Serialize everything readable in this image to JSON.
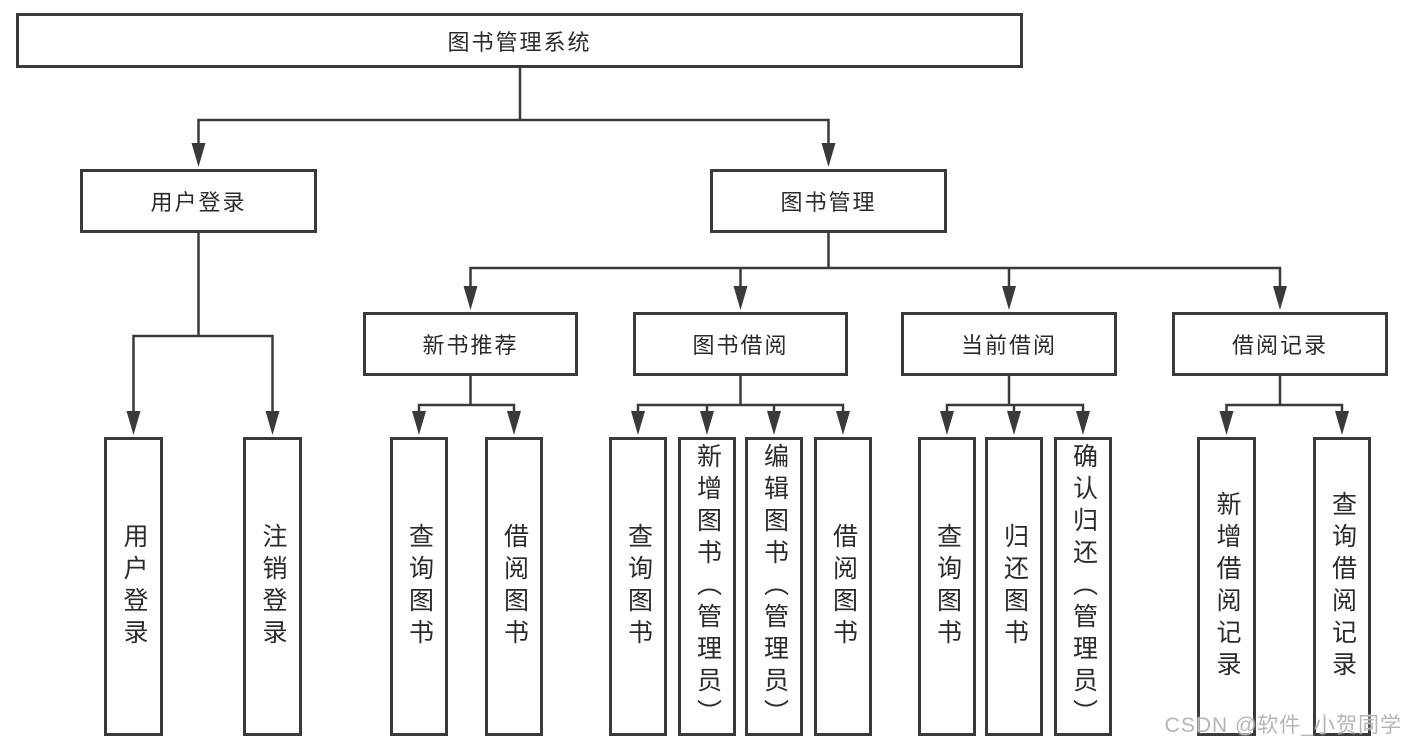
{
  "colors": {
    "background": "#ffffff",
    "line": "#3a3a3a",
    "text": "#2b2b2b",
    "watermark": "#b5b5b5"
  },
  "diagram_type": "hierarchy-tree",
  "tree": {
    "label": "图书管理系统",
    "children": [
      {
        "label": "用户登录",
        "children": [
          {
            "label": "用户登录"
          },
          {
            "label": "注销登录"
          }
        ]
      },
      {
        "label": "图书管理",
        "children": [
          {
            "label": "新书推荐",
            "children": [
              {
                "label": "查询图书"
              },
              {
                "label": "借阅图书"
              }
            ]
          },
          {
            "label": "图书借阅",
            "children": [
              {
                "label": "查询图书"
              },
              {
                "label": "新增图书（管理员）"
              },
              {
                "label": "编辑图书（管理员）"
              },
              {
                "label": "借阅图书"
              }
            ]
          },
          {
            "label": "当前借阅",
            "children": [
              {
                "label": "查询图书"
              },
              {
                "label": "归还图书"
              },
              {
                "label": "确认归还（管理员）"
              }
            ]
          },
          {
            "label": "借阅记录",
            "children": [
              {
                "label": "新增借阅记录"
              },
              {
                "label": "查询借阅记录"
              }
            ]
          }
        ]
      }
    ]
  },
  "watermark": {
    "text": "CSDN @软件_小贺同学"
  }
}
